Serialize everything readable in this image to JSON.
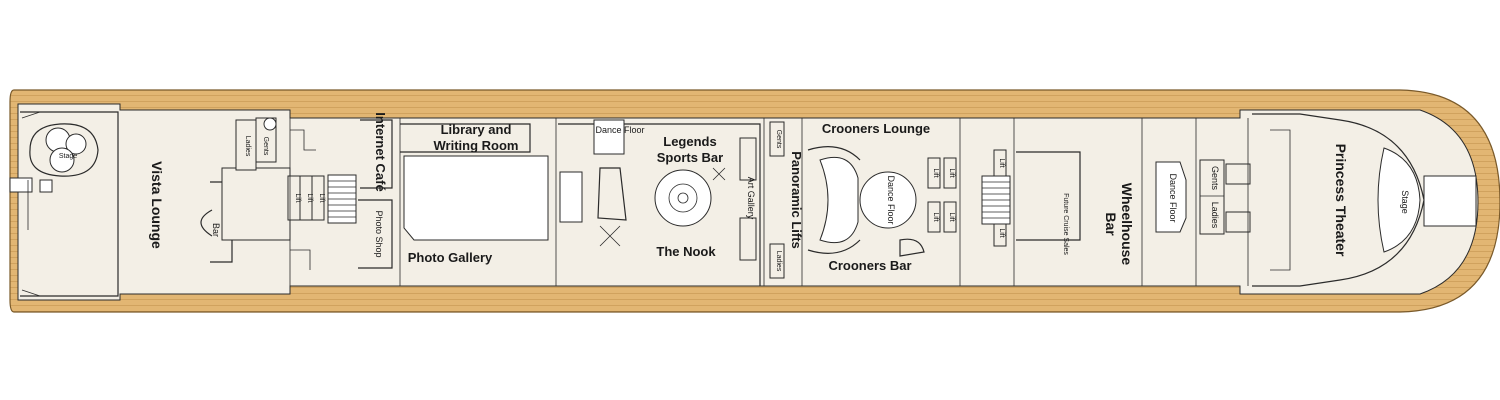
{
  "colors": {
    "deck_wood": "#e2b673",
    "deck_plank": "#c99a55",
    "interior": "#f3efe6",
    "wall": "#2b2b2b"
  },
  "rooms": {
    "vista_lounge": "Vista Lounge",
    "stage_aft": "Stage",
    "bar_aft": "Bar",
    "ladies_aft": "Ladies",
    "gents_aft": "Gents",
    "lift_a1": "Lift",
    "lift_a2": "Lift",
    "lift_a3": "Lift",
    "internet_cafe": "Internet Café",
    "photo_shop": "Photo Shop",
    "library_line1": "Library and",
    "library_line2": "Writing Room",
    "photo_gallery": "Photo Gallery",
    "dance_floor_legends": "Dance Floor",
    "legends_line1": "Legends",
    "legends_line2": "Sports Bar",
    "the_nook": "The Nook",
    "art_gallery": "Art Gallery",
    "gents_mid": "Gents",
    "ladies_mid": "Ladies",
    "panoramic_lifts": "Panoramic Lifts",
    "crooners_lounge": "Crooners Lounge",
    "crooners_bar": "Crooners Bar",
    "dance_floor_crooners": "Dance Floor",
    "lift_b1": "Lift",
    "lift_b2": "Lift",
    "lift_b3": "Lift",
    "lift_b4": "Lift",
    "lift_c1": "Lift",
    "lift_c2": "Lift",
    "future_cruise_sales": "Future Cruise Sales",
    "wheelhouse_line1": "Wheelhouse",
    "wheelhouse_line2": "Bar",
    "dance_floor_wheelhouse": "Dance Floor",
    "gents_fwd": "Gents",
    "ladies_fwd": "Ladies",
    "princess_theater": "Princess Theater",
    "stage_fwd": "Stage"
  }
}
